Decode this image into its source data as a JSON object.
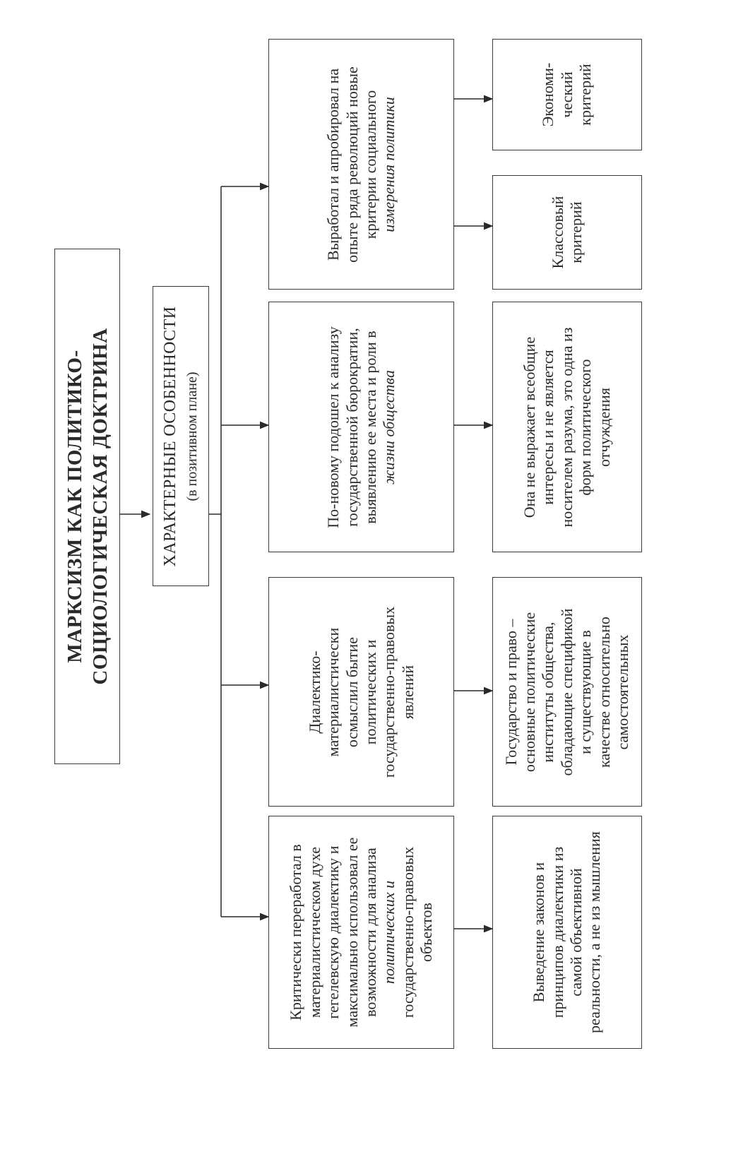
{
  "title": "МАРКСИЗМ КАК ПОЛИТИКО-\nСОЦИОЛОГИЧЕСКАЯ ДОКТРИНА",
  "header": {
    "main": "ХАРАКТЕРНЫЕ ОСОБЕННОСТИ",
    "sub": "(в позитивном плане)"
  },
  "features": [
    {
      "text": "Критически переработал в\nматериалистическом духе\nгегелевскую диалектику и\nмаксимально использовал ее\nвозможности для анализа",
      "italic": "политических и",
      "tail": "государственно-правовых\nобъектов"
    },
    {
      "text": "Диалектико-\nматериалистически\nосмыслил бытие\nполитических и\nгосударственно-правовых\nявлений",
      "italic": "",
      "tail": ""
    },
    {
      "text": "По-новому подошел к анализу\nгосударственной бюрократии,\nвыявлению ее места и роли в",
      "italic": "жизни общества",
      "tail": ""
    },
    {
      "text": "Выработал и апробировал на\nопыте ряда революций новые\nкритерии социального",
      "italic": "измерения политики",
      "tail": ""
    }
  ],
  "results": [
    {
      "text": "Выведение законов и\nпринципов диалектики из\nсамой объективной\nреальности, а не из мышления"
    },
    {
      "text": "Государство и право –\nосновные политические\nинституты общества,\nобладающие спецификой\nи существующие в\nкачестве относительно\nсамостоятельных"
    },
    {
      "text": "Она не выражает всеобщие\nинтересы и не является\nносителем разума, это одна из\nформ политического\nотчуждения"
    },
    {
      "text": "Классовый\nкритерий"
    },
    {
      "text": "Экономи-\nческий\nкритерий"
    }
  ]
}
